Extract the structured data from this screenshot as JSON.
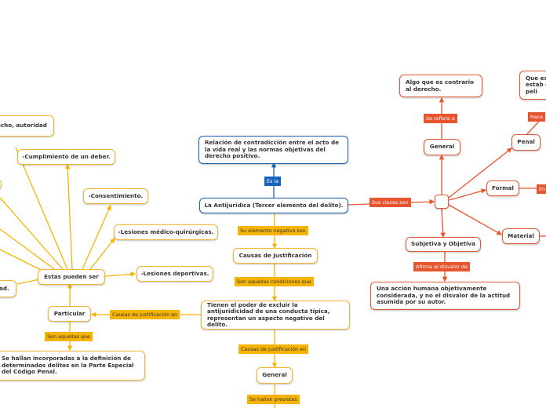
{
  "nodes": {
    "antijuridicidad": "La Antijurídica (Tercer elemento del delito).",
    "relacion": "Relación de contradicción entre el acto de la vida real y las normas objetivas del derecho positivo.",
    "causas_justificacion": "Causas de Justificación",
    "tienen_poder": "Tienen el poder de excluir la antijuridicidad de una conducta típica, representan un aspecto negativo del delito.",
    "general_bottom": "General",
    "particular": "Particular",
    "se_hallan_incorporadas": "Se hallan incorporadas a la definición de determinados delitos en la Parte Especial del Código Penal.",
    "estas_pueden_ser": "Estas pueden ser",
    "lesiones_deportivas": "-Lesiones deportivas.",
    "lesiones_medico": "-Lesiones médico-quirúrgicas.",
    "consentimiento": "-Consentimiento.",
    "cumplimiento": "-Cumplimiento de un deber.",
    "derecho_autoridad": "echo, autoridad",
    "ad": "ad.",
    "hub": "",
    "general_top": "General",
    "algo_contrario": "Algo que es contrario al derecho.",
    "penal": "Penal",
    "formal": "Formal",
    "material": "Material",
    "que_es": "Que es estab en peli",
    "subjetiva": "Subjetiva y Objetiva",
    "accion_humana": "Una acción humana objetivamente considerada, y no el disvalor de la actitud asumida por su autor."
  },
  "labels": {
    "es_la": "Es la",
    "elemento_negativo": "Su elemento negativo son",
    "aquellas_condiciones": "Son aquellas condiciones que",
    "causas_en_1": "Causas de justificación en",
    "causas_en_2": "Causas de justificación en",
    "se_hallan_previstas": "Se hallan previstas",
    "son_aquellas_que": "Son aquellas que",
    "clases_son": "Sus clases son",
    "se_refiere": "Se refiere a",
    "hace": "Hace",
    "en": "En",
    "afirma": "Afirma el disvalor de"
  },
  "colors": {
    "blue": "#1e5fb4",
    "yellow": "#f6b400",
    "red": "#e8542d"
  }
}
